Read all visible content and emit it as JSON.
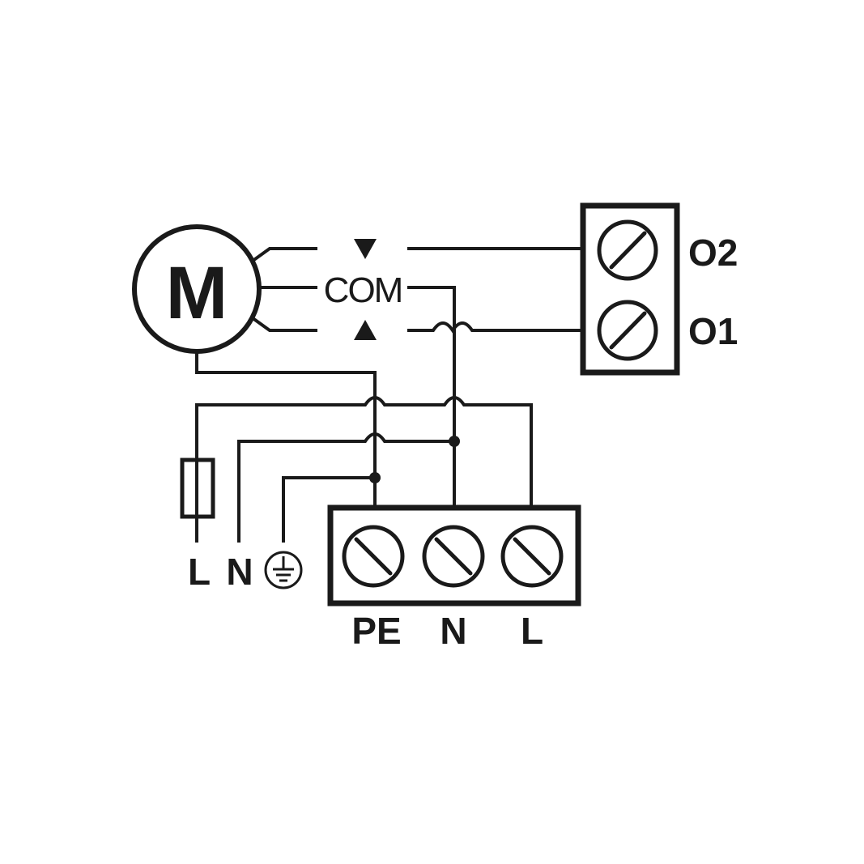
{
  "motor": {
    "label": "M"
  },
  "switch": {
    "common_label": "COM",
    "up_symbol": "▲",
    "down_symbol": "▼"
  },
  "output_terminal": {
    "labels": [
      "O2",
      "O1"
    ]
  },
  "supply_terminal": {
    "labels": [
      "PE",
      "N",
      "L"
    ]
  },
  "supply_wires": {
    "labels": [
      "L",
      "N"
    ],
    "earth_symbol": "earth-ground-icon"
  },
  "colors": {
    "line": "#1a1a1a",
    "background": "#ffffff"
  }
}
